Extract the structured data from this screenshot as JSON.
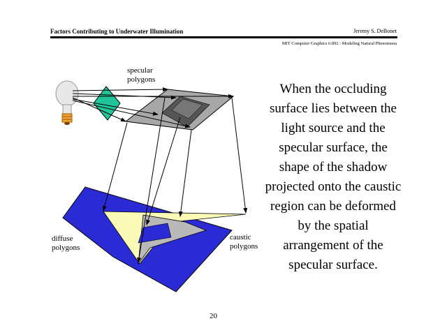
{
  "header": {
    "title": "Factors Contributing to Underwater Illumination",
    "author": "Jeremy S. DeBonet",
    "subtitle": "MIT Computer Graphics 6.892 : Modeling Natural Phenomena"
  },
  "body_text": "When the occluding surface lies between the light source and the specular surface, the shape of the shadow projected onto the caustic region can be deformed by the spatial arrangement of the specular surface.",
  "figure": {
    "label_specular": "specular\npolygons",
    "label_diffuse": "diffuse\npolygons",
    "label_caustic": "caustic\npolygons",
    "colors": {
      "occluder": "#22c49a",
      "specular": "#a8a8a8",
      "specular_dark": "#555555",
      "diffuse": "#2b2bd6",
      "caustic": "#fbfbb8",
      "shadow": "#b9b9b9",
      "bulb": "#e8e8e8",
      "bulb_base": "#f0a030"
    },
    "icons": [
      "light-bulb-icon"
    ]
  },
  "page_number": "20"
}
